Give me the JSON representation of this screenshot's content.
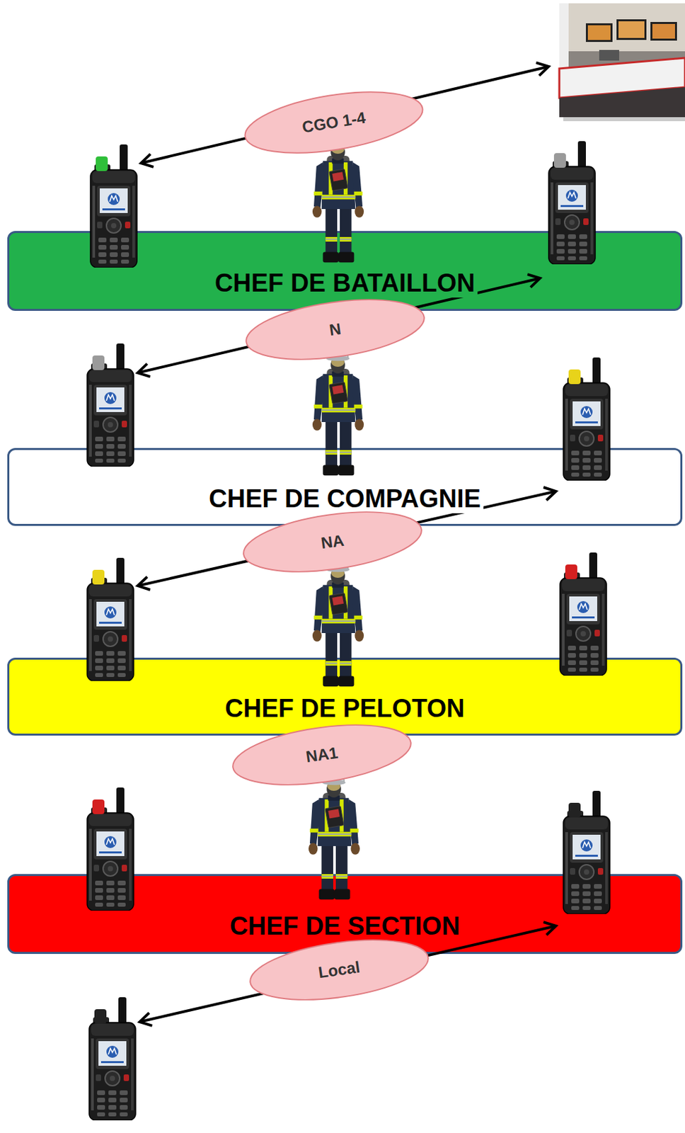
{
  "diagram": {
    "nodes": [
      {
        "text": [
          "CGO 1-4"
        ]
      },
      {
        "text": [
          "CHEF DE BATAILLON"
        ]
      },
      {
        "text": [
          "N"
        ]
      },
      {
        "text": [
          "CHEF DE COMPAGNIE"
        ]
      },
      {
        "text": [
          "NA"
        ]
      },
      {
        "text": [
          "CHEF DE PELOTON"
        ]
      },
      {
        "text": [
          "NA1"
        ]
      },
      {
        "text": [
          "CHEF DE SECTION"
        ]
      },
      {
        "text": [
          "Local"
        ]
      }
    ]
  }
}
